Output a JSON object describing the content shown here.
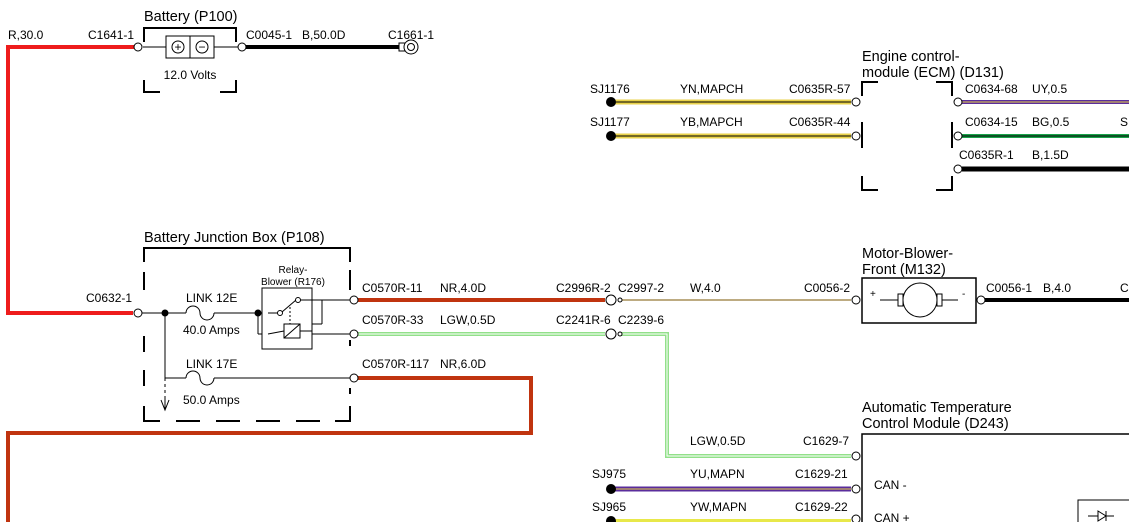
{
  "components": {
    "battery": {
      "title": "Battery (P100)",
      "voltage": "12.0 Volts",
      "plus": "+",
      "minus": "−"
    },
    "bjb": {
      "title": "Battery Junction Box (P108)",
      "link1_name": "LINK 12E",
      "link1_rating": "40.0 Amps",
      "link2_name": "LINK 17E",
      "link2_rating": "50.0 Amps",
      "relay_line1": "Relay-",
      "relay_line2": "Blower (R176)"
    },
    "ecm": {
      "title_line1": "Engine control-",
      "title_line2": "module (ECM) (D131)"
    },
    "blower": {
      "title_line1": "Motor-Blower-",
      "title_line2": "Front (M132)",
      "plus": "+",
      "minus": "-"
    },
    "atc": {
      "title_line1": "Automatic Temperature",
      "title_line2": "Control Module (D243)",
      "pin1": "CAN -",
      "pin2": "CAN +"
    }
  },
  "labels": {
    "r30": "R,30.0",
    "c1641_1": "C1641-1",
    "c0045_1": "C0045-1",
    "b50": "B,50.0D",
    "c1661_1": "C1661-1",
    "c0632_1": "C0632-1",
    "c0570r_11": "C0570R-11",
    "nr4": "NR,4.0D",
    "c2996r_2": "C2996R-2",
    "c2997_2": "C2997-2",
    "w4": "W,4.0",
    "c0056_2": "C0056-2",
    "c0056_1": "C0056-1",
    "b4": "B,4.0",
    "c_cut": "C",
    "c0570r_33": "C0570R-33",
    "lgw05d": "LGW,0.5D",
    "c2241r_6": "C2241R-6",
    "c2239_6": "C2239-6",
    "c0570r_117": "C0570R-117",
    "nr6": "NR,6.0D",
    "sj1176": "SJ1176",
    "yn_mapch": "YN,MAPCH",
    "c0635r_57": "C0635R-57",
    "sj1177": "SJ1177",
    "yb_mapch": "YB,MAPCH",
    "c0635r_44": "C0635R-44",
    "c0634_68": "C0634-68",
    "uy05": "UY,0.5",
    "c0634_15": "C0634-15",
    "bg05": "BG,0.5",
    "s_cut": "S",
    "c0635r_1": "C0635R-1",
    "b15d": "B,1.5D",
    "lgw05d_2": "LGW,0.5D",
    "c1629_7": "C1629-7",
    "sj975": "SJ975",
    "yu_mapn": "YU,MAPN",
    "c1629_21": "C1629-21",
    "sj965": "SJ965",
    "yw_mapn": "YW,MAPN",
    "c1629_22": "C1629-22"
  },
  "colors": {
    "red": "#ee1c1c",
    "dark_red": "#c0340f",
    "black": "#000000",
    "purple": "#5a2d9c",
    "green": "#1aa34a",
    "light_green": "#92e08a",
    "yellow": "#e8d24a",
    "beige": "#e0c890"
  }
}
